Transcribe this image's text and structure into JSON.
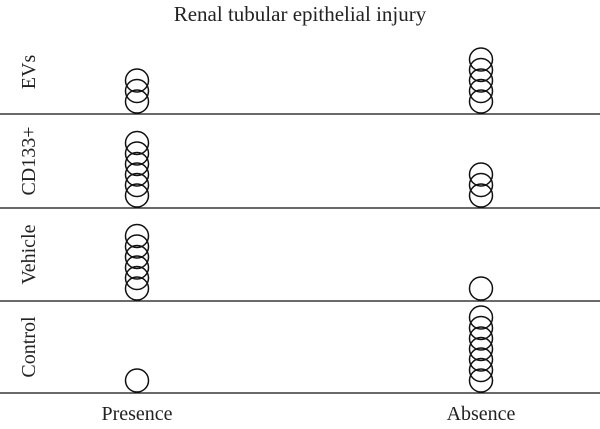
{
  "chart_data": {
    "type": "scatter",
    "title": "Renal tubular epithelial injury",
    "categories": [
      "Presence",
      "Absence"
    ],
    "groups": [
      {
        "name": "EVs",
        "values": [
          3,
          5
        ]
      },
      {
        "name": "CD133+",
        "values": [
          6,
          3
        ]
      },
      {
        "name": "Vehicle",
        "values": [
          6,
          1
        ]
      },
      {
        "name": "Control",
        "values": [
          1,
          7
        ]
      }
    ],
    "marker": "open-circle",
    "colors": {
      "marker_stroke": "#111111",
      "separator": "#111111"
    }
  }
}
